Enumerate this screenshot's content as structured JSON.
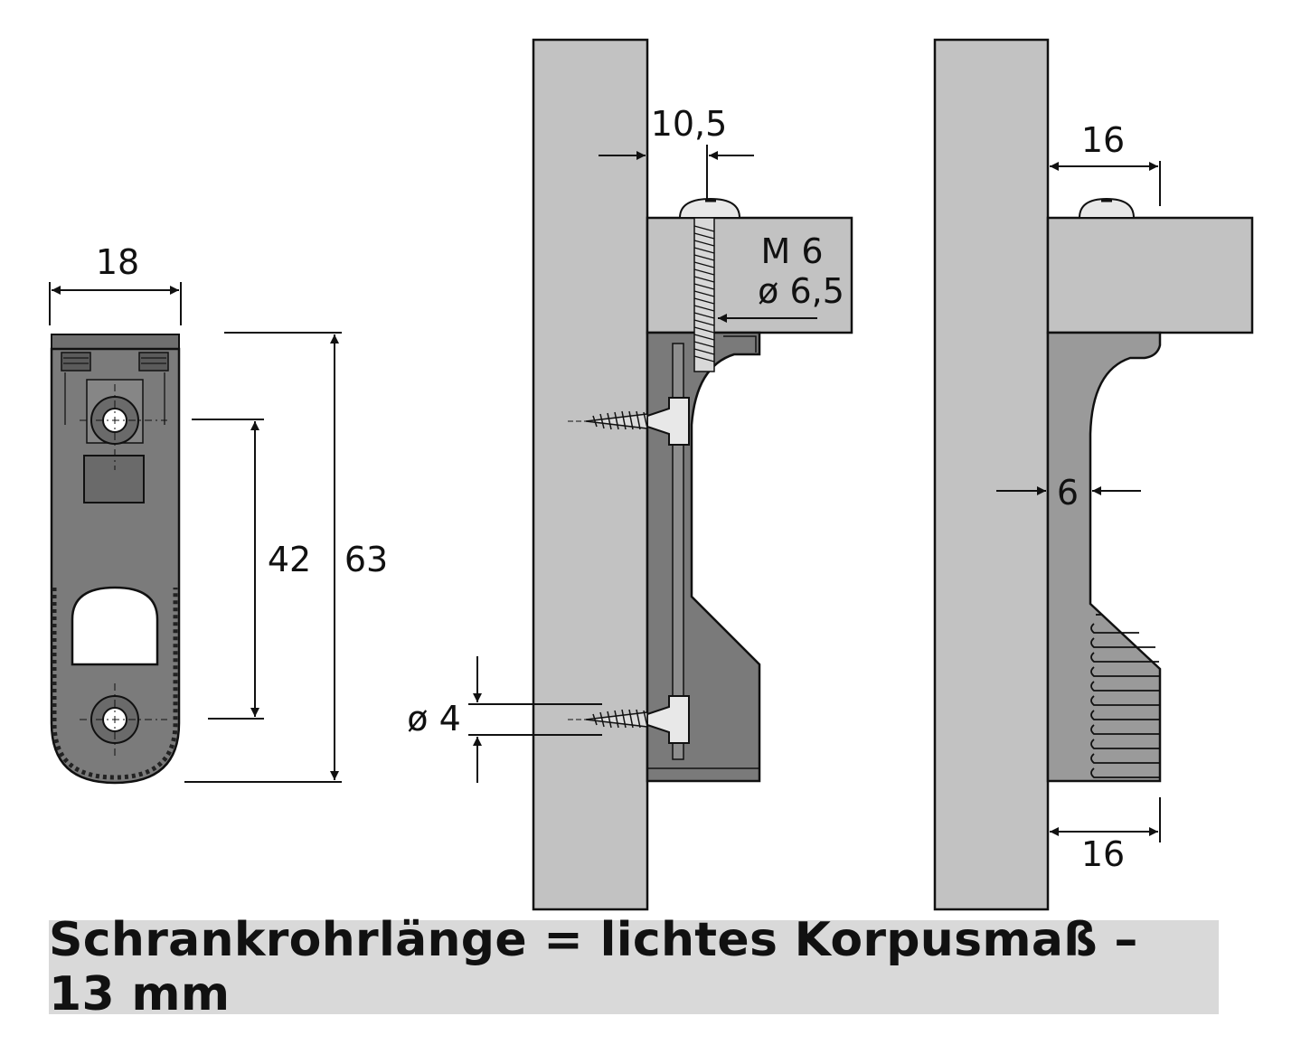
{
  "caption": "Schrankrohrlänge = lichtes Korpusmaß – 13 mm",
  "dimensions": {
    "width_18": "18",
    "hole_spacing_42": "42",
    "height_63": "63",
    "offset_10_5": "10,5",
    "thread_m6": "M 6",
    "bore_6_5": "ø 6,5",
    "screw_4": "ø 4",
    "depth_16_top": "16",
    "wall_6": "6",
    "depth_16_bottom": "16"
  },
  "colors": {
    "panel": "#c2c2c2",
    "bracket_dark": "#7a7a7a",
    "bracket_mid": "#9a9a9a",
    "caption_bg": "#d9d9d9"
  }
}
